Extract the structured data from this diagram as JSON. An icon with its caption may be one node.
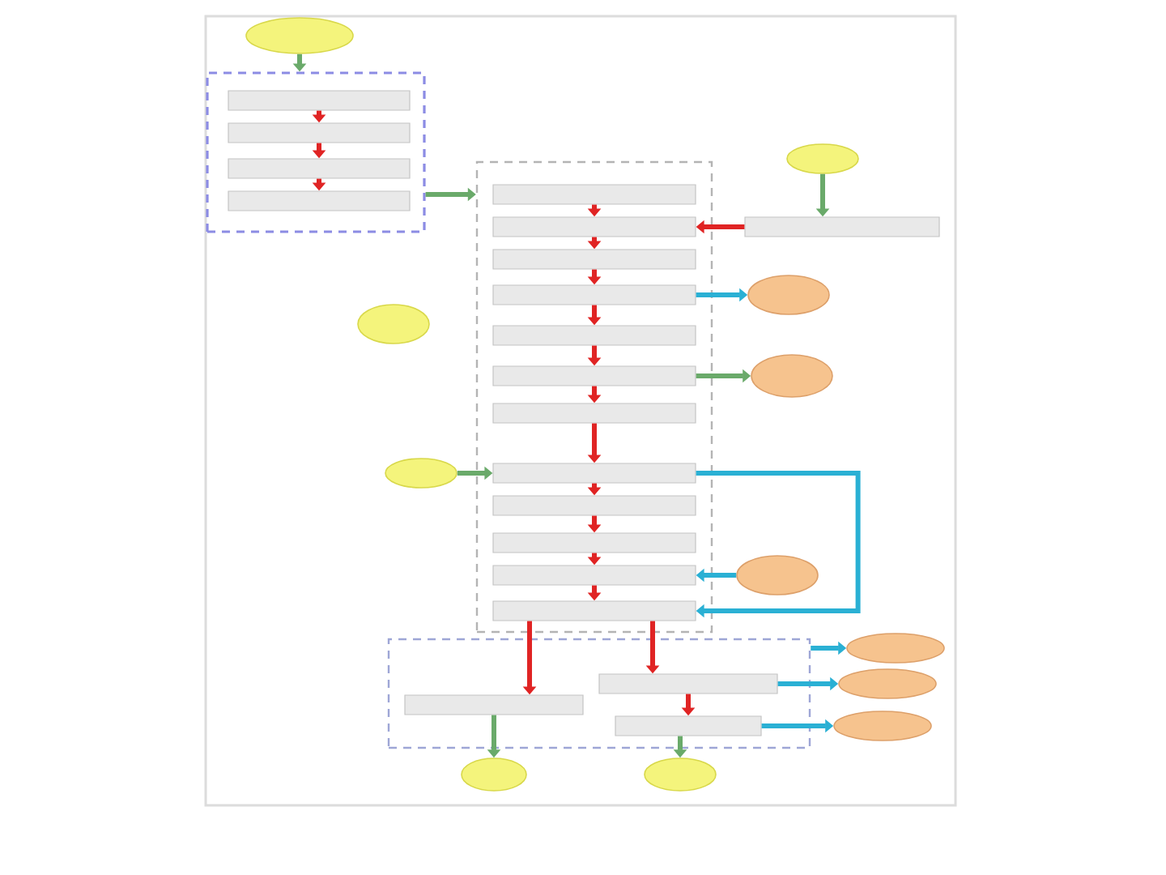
{
  "diagram": {
    "nodes": [
      {
        "text": [],
        "shape": "ellipse"
      },
      {
        "text": [],
        "shape": "box"
      },
      {
        "text": [],
        "shape": "box",
        "in": 1
      },
      {
        "text": [],
        "shape": "box",
        "in": 1
      },
      {
        "text": [],
        "shape": "box",
        "in": 1
      },
      {
        "text": [],
        "shape": "box",
        "in": 1
      },
      {
        "text": [],
        "shape": "box"
      },
      {
        "text": [],
        "shape": "box",
        "in": 6
      },
      {
        "text": [],
        "shape": "box",
        "in": 6
      },
      {
        "text": [],
        "shape": "box",
        "in": 6
      },
      {
        "text": [],
        "shape": "box",
        "in": 6
      },
      {
        "text": [],
        "shape": "box",
        "in": 6
      },
      {
        "text": [],
        "shape": "box",
        "in": 6
      },
      {
        "text": [],
        "shape": "box",
        "in": 6
      },
      {
        "text": [],
        "shape": "box",
        "in": 6
      },
      {
        "text": [],
        "shape": "box",
        "in": 6
      },
      {
        "text": [],
        "shape": "box",
        "in": 6
      },
      {
        "text": [],
        "shape": "box",
        "in": 6
      },
      {
        "text": [],
        "shape": "box",
        "in": 6
      },
      {
        "text": [],
        "shape": "ellipse"
      },
      {
        "text": [],
        "shape": "box"
      },
      {
        "text": [],
        "shape": "ellipse"
      },
      {
        "text": [],
        "shape": "ellipse"
      },
      {
        "text": [],
        "shape": "ellipse"
      },
      {
        "text": [],
        "shape": "ellipse"
      },
      {
        "text": [],
        "shape": "ellipse"
      },
      {
        "text": [],
        "shape": "box"
      },
      {
        "text": [],
        "shape": "box",
        "in": 26
      },
      {
        "text": [],
        "shape": "box",
        "in": 26
      },
      {
        "text": [],
        "shape": "box",
        "in": 26
      },
      {
        "text": [],
        "shape": "ellipse"
      },
      {
        "text": [],
        "shape": "ellipse"
      },
      {
        "text": [],
        "shape": "ellipse"
      },
      {
        "text": [],
        "shape": "ellipse"
      },
      {
        "text": [],
        "shape": "ellipse"
      }
    ],
    "edges": [
      {
        "from": 0,
        "to": 1,
        "arrow": "to",
        "color": "#6aaa6a"
      },
      {
        "from": 2,
        "to": 3,
        "arrow": "to"
      },
      {
        "from": 3,
        "to": 4,
        "arrow": "to"
      },
      {
        "from": 4,
        "to": 5,
        "arrow": "to"
      },
      {
        "from": 1,
        "to": 6,
        "arrow": "to",
        "color": "#6aaa6a"
      },
      {
        "from": 7,
        "to": 8,
        "arrow": "to"
      },
      {
        "from": 8,
        "to": 9,
        "arrow": "to"
      },
      {
        "from": 9,
        "to": 10,
        "arrow": "to"
      },
      {
        "from": 10,
        "to": 11,
        "arrow": "to"
      },
      {
        "from": 11,
        "to": 12,
        "arrow": "to"
      },
      {
        "from": 12,
        "to": 13,
        "arrow": "to"
      },
      {
        "from": 13,
        "to": 14,
        "arrow": "to"
      },
      {
        "from": 14,
        "to": 15,
        "arrow": "to"
      },
      {
        "from": 15,
        "to": 16,
        "arrow": "to"
      },
      {
        "from": 16,
        "to": 17,
        "arrow": "to"
      },
      {
        "from": 17,
        "to": 18,
        "arrow": "to"
      },
      {
        "from": 19,
        "to": 20,
        "arrow": "to",
        "color": "#6aaa6a"
      },
      {
        "from": 20,
        "to": 8,
        "arrow": "to"
      },
      {
        "from": 10,
        "to": 21,
        "arrow": "to",
        "color": "#2ab0d4"
      },
      {
        "from": 12,
        "to": 22,
        "arrow": "to",
        "color": "#6aaa6a"
      },
      {
        "from": 24,
        "to": 14,
        "arrow": "to",
        "color": "#6aaa6a"
      },
      {
        "from": 14,
        "to": 18,
        "arrow": "to",
        "color": "#2ab0d4"
      },
      {
        "from": 25,
        "to": 17,
        "arrow": "to",
        "color": "#2ab0d4"
      },
      {
        "from": 18,
        "to": 27,
        "arrow": "to"
      },
      {
        "from": 18,
        "to": 28,
        "arrow": "to"
      },
      {
        "from": 28,
        "to": 29,
        "arrow": "to"
      },
      {
        "from": 27,
        "to": 30,
        "arrow": "to",
        "color": "#6aaa6a"
      },
      {
        "from": 29,
        "to": 31,
        "arrow": "to",
        "color": "#6aaa6a"
      },
      {
        "from": 26,
        "to": 32,
        "arrow": "to",
        "color": "#2ab0d4"
      },
      {
        "from": 28,
        "to": 33,
        "arrow": "to",
        "color": "#2ab0d4"
      },
      {
        "from": 29,
        "to": 34,
        "arrow": "to",
        "color": "#2ab0d4"
      }
    ]
  }
}
